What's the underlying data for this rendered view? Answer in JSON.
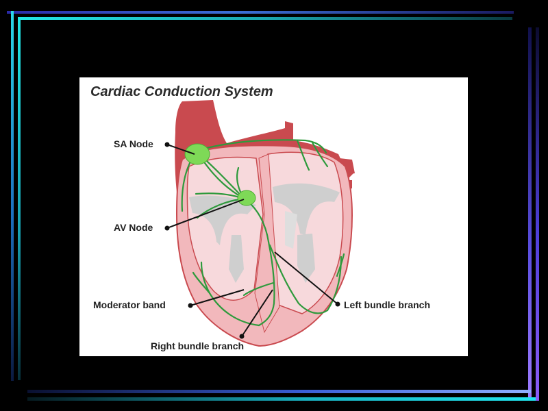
{
  "diagram": {
    "title": "Cardiac Conduction System",
    "labels": {
      "sa_node": "SA Node",
      "av_node": "AV Node",
      "moderator_band": "Moderator band",
      "left_bundle_branch": "Left bundle branch",
      "right_bundle_branch": "Right bundle branch"
    }
  },
  "colors": {
    "background": "#000000",
    "panel": "#ffffff",
    "heart_muscle": "#c94a4f",
    "heart_wall": "#f2b8bc",
    "chamber_interior": "#f7d9dc",
    "valve_tissue": "#cfcfcf",
    "conduction_path": "#2e9a3c",
    "node": "#7ed957"
  }
}
